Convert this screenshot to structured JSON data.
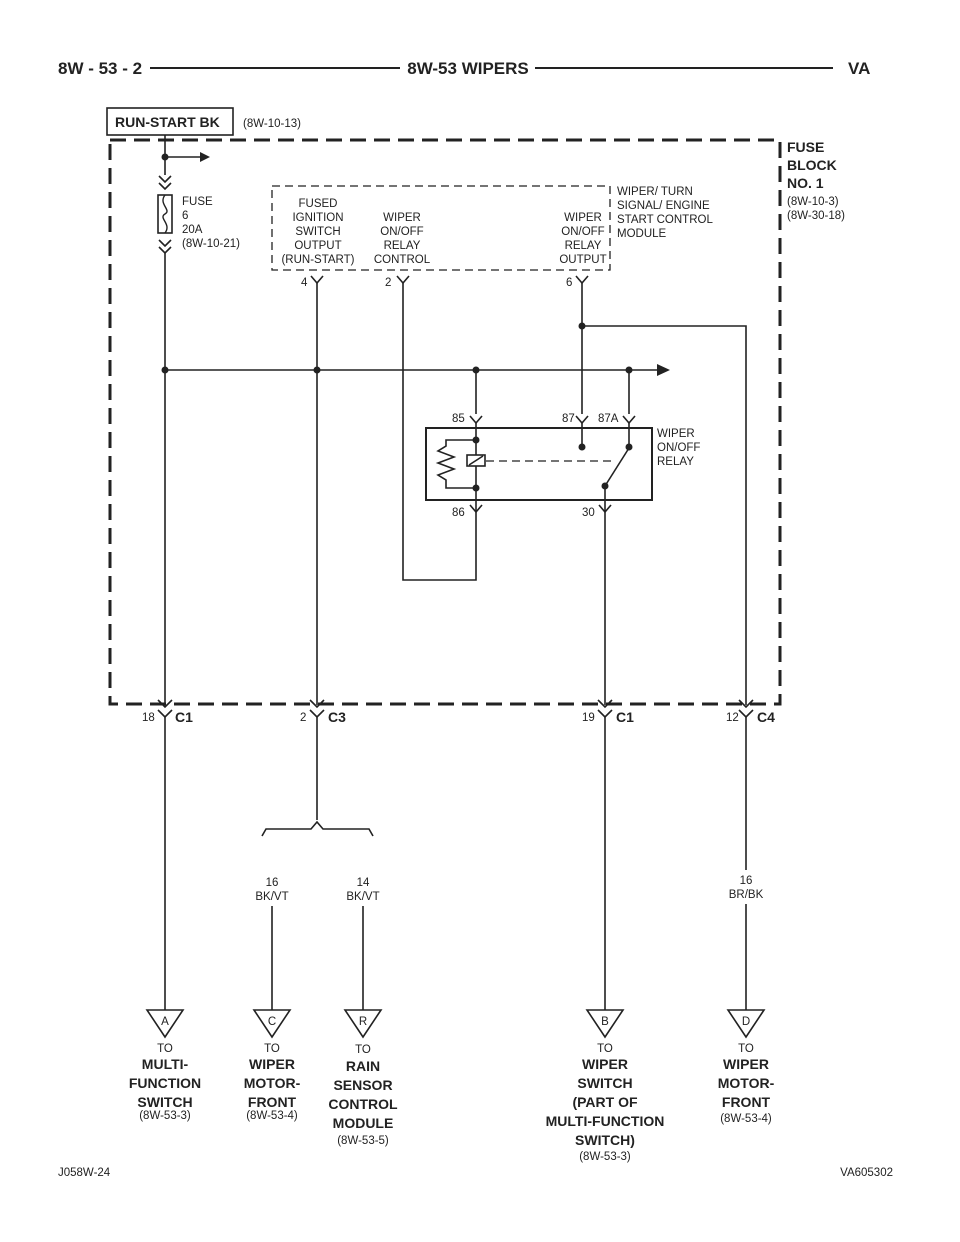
{
  "header": {
    "left": "8W - 53 - 2",
    "center": "8W-53 WIPERS",
    "right": "VA"
  },
  "power_source": {
    "label": "RUN-START BK",
    "ref": "(8W-10-13)"
  },
  "fuse_block": {
    "title_1": "FUSE",
    "title_2": "BLOCK",
    "title_3": "NO. 1",
    "ref_1": "(8W-10-3)",
    "ref_2": "(8W-30-18)"
  },
  "fuse": {
    "l1": "FUSE",
    "l2": "6",
    "l3": "20A",
    "l4": "(8W-10-21)"
  },
  "module": {
    "name": [
      "WIPER/ TURN",
      "SIGNAL/ ENGINE",
      "START CONTROL",
      "MODULE"
    ],
    "pin4_lines": [
      "FUSED",
      "IGNITION",
      "SWITCH",
      "OUTPUT",
      "(RUN-START)"
    ],
    "pin2_lines": [
      "WIPER",
      "ON/OFF",
      "RELAY",
      "CONTROL"
    ],
    "pin6_lines": [
      "WIPER",
      "ON/OFF",
      "RELAY",
      "OUTPUT"
    ],
    "pins": [
      "4",
      "2",
      "6"
    ]
  },
  "relay": {
    "name": [
      "WIPER",
      "ON/OFF",
      "RELAY"
    ],
    "pins": [
      "85",
      "87",
      "87A",
      "86",
      "30"
    ]
  },
  "connectors": [
    {
      "pin": "18",
      "name": "C1"
    },
    {
      "pin": "2",
      "name": "C3"
    },
    {
      "pin": "19",
      "name": "C1"
    },
    {
      "pin": "12",
      "name": "C4"
    }
  ],
  "wires": [
    {
      "gauge": "16",
      "color": "BK/VT"
    },
    {
      "gauge": "14",
      "color": "BK/VT"
    },
    {
      "gauge": "16",
      "color": "BR/BK"
    }
  ],
  "destinations": [
    {
      "letter": "A",
      "to": "TO",
      "lines": [
        "MULTI-",
        "FUNCTION",
        "SWITCH"
      ],
      "ref": "(8W-53-3)"
    },
    {
      "letter": "C",
      "to": "TO",
      "lines": [
        "WIPER",
        "MOTOR-",
        "FRONT"
      ],
      "ref": "(8W-53-4)"
    },
    {
      "letter": "R",
      "to": "TO",
      "lines": [
        "RAIN",
        "SENSOR",
        "CONTROL",
        "MODULE"
      ],
      "ref": "(8W-53-5)"
    },
    {
      "letter": "B",
      "to": "TO",
      "lines": [
        "WIPER",
        "SWITCH",
        "(PART OF",
        "MULTI-FUNCTION",
        "SWITCH)"
      ],
      "ref": "(8W-53-3)"
    },
    {
      "letter": "D",
      "to": "TO",
      "lines": [
        "WIPER",
        "MOTOR-",
        "FRONT"
      ],
      "ref": "(8W-53-4)"
    }
  ],
  "footer": {
    "left": "J058W-24",
    "right": "VA605302"
  }
}
